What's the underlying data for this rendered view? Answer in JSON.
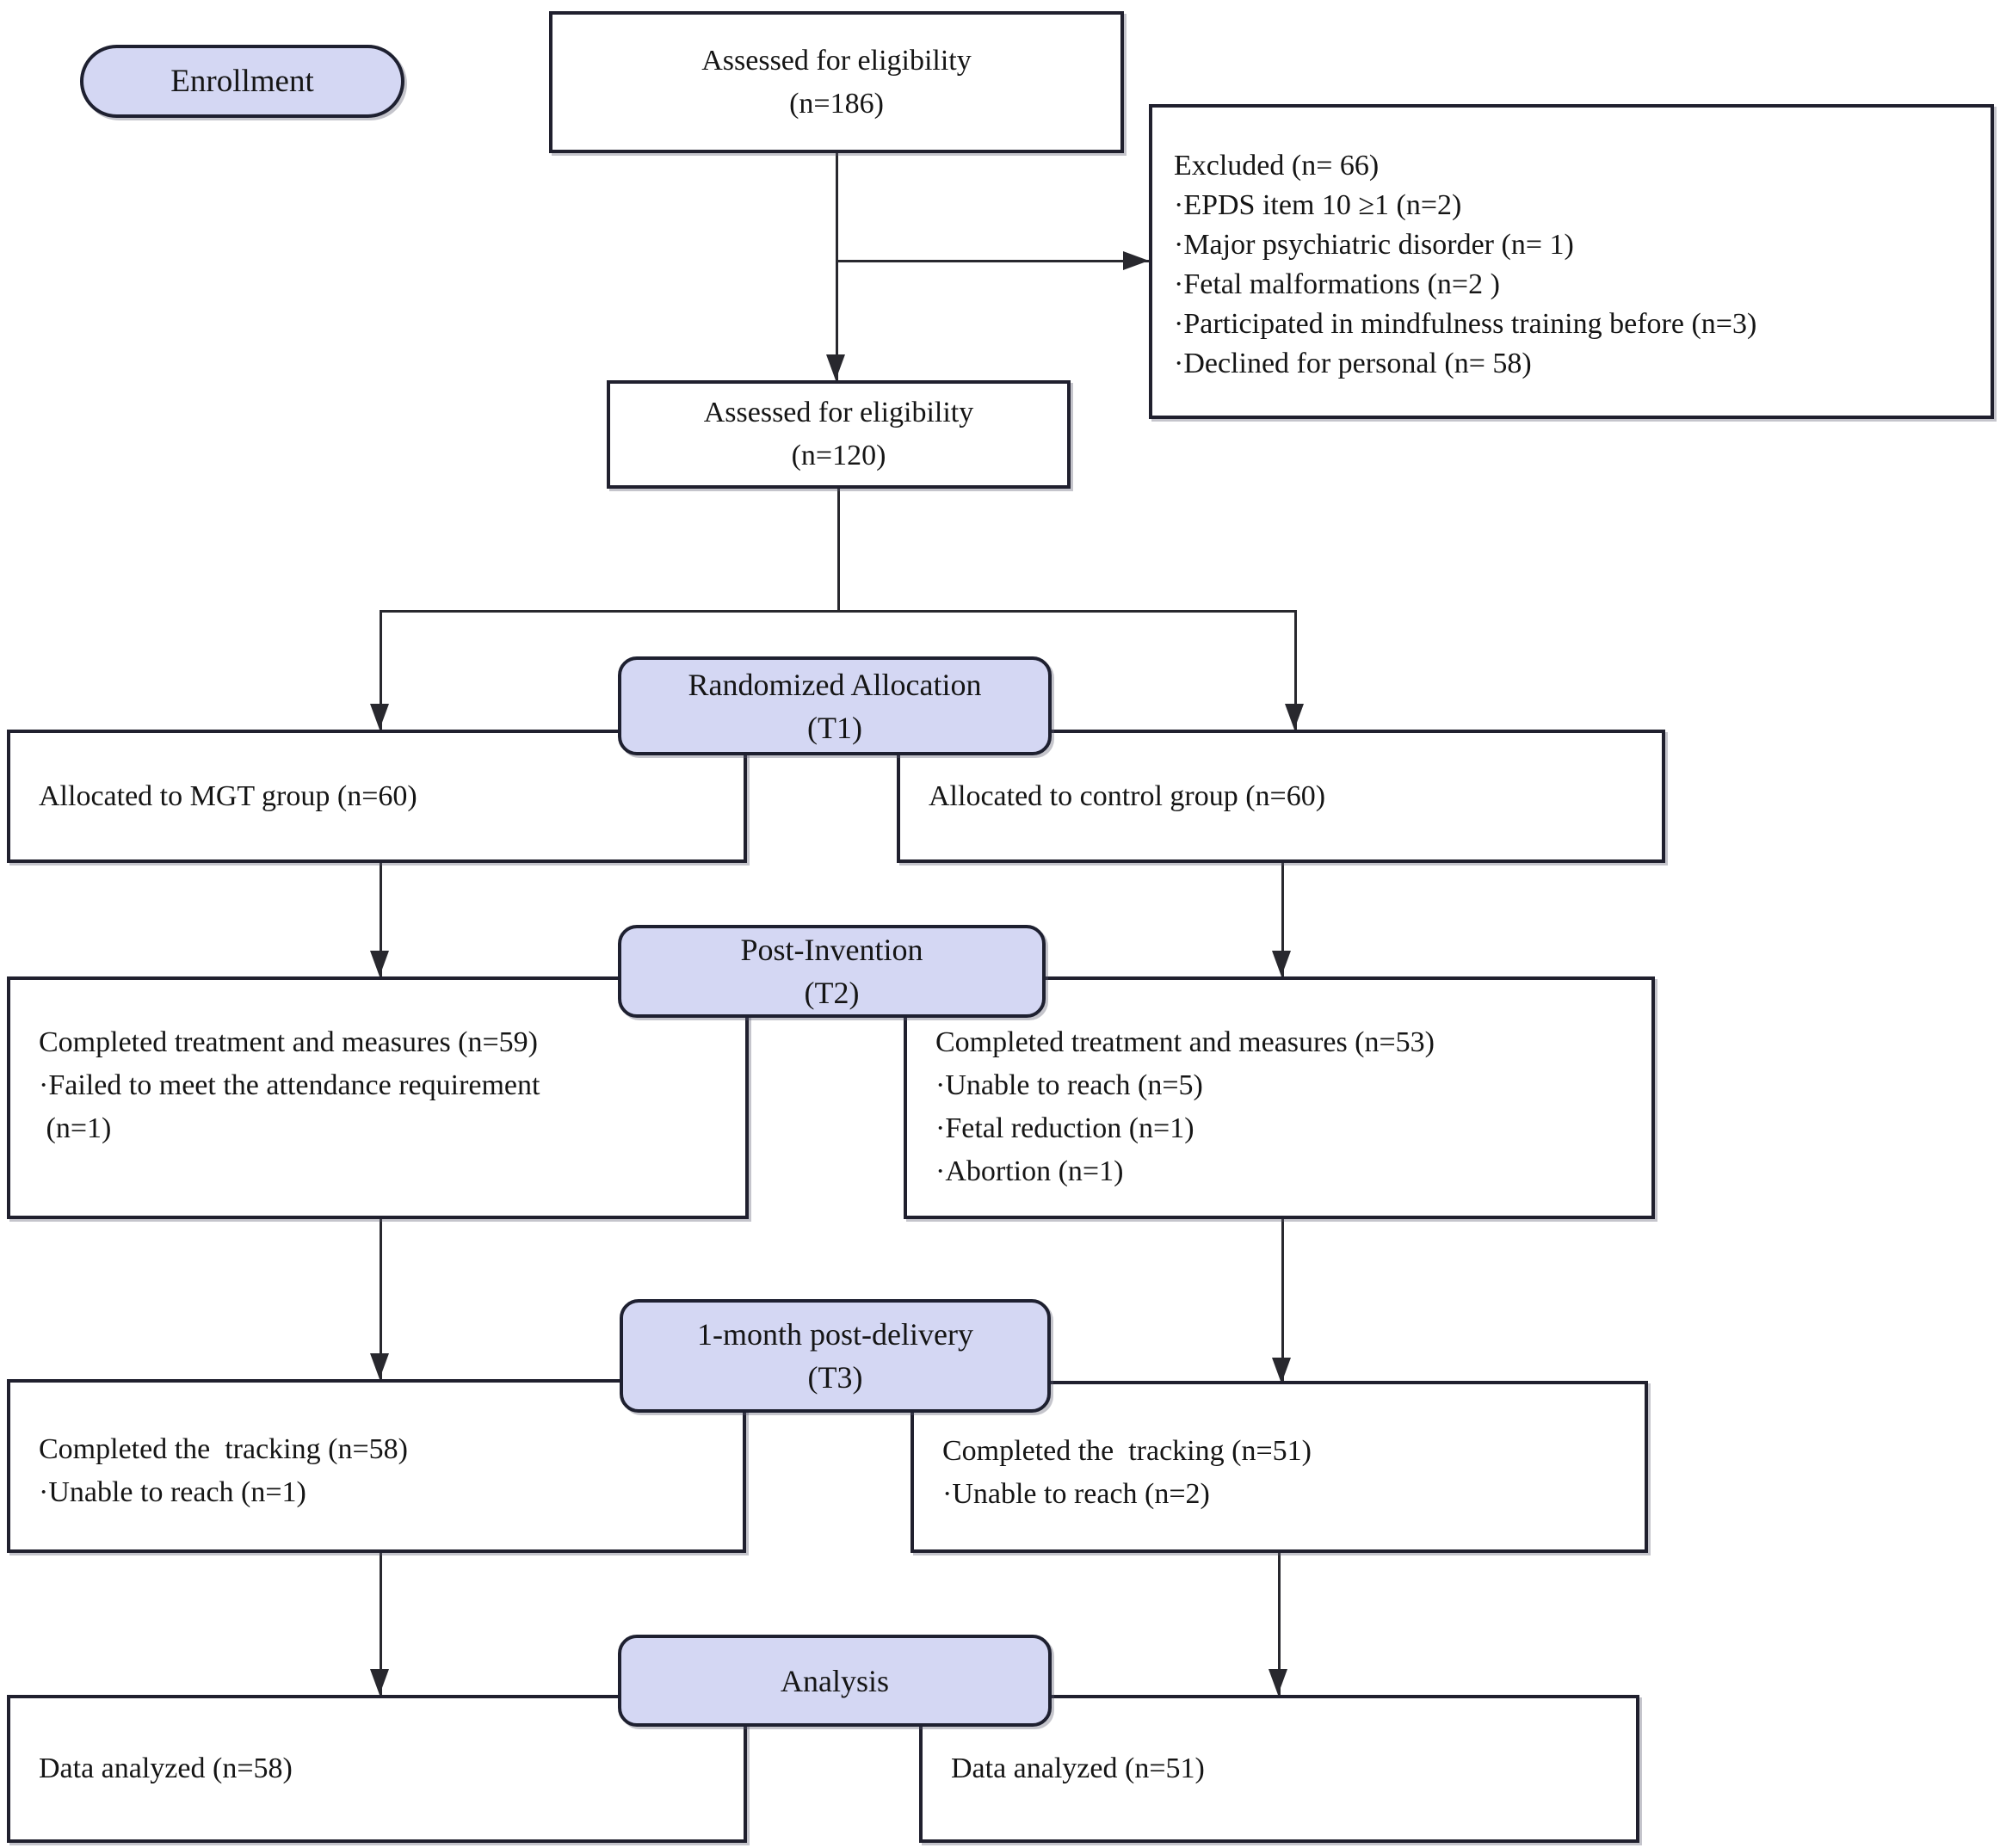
{
  "colors": {
    "pill_fill": "#d4d7f3",
    "pill_border": "#1e2030",
    "box_border": "#20202e",
    "connector": "#28282e",
    "text": "#151515"
  },
  "stages": {
    "enrollment": "Enrollment",
    "t1": {
      "line1": "Randomized Allocation",
      "line2": "(T1)"
    },
    "t2": {
      "line1": "Post-Invention",
      "line2": "(T2)"
    },
    "t3": {
      "line1": "1-month post-delivery",
      "line2": "(T3)"
    },
    "analysis": {
      "line1": "Analysis"
    }
  },
  "boxes": {
    "assessed_186": {
      "line1": "Assessed for eligibility",
      "line2": "(n=186)"
    },
    "excluded": {
      "title": "Excluded (n= 66)",
      "items": [
        "·EPDS item 10 ≥1 (n=2)",
        "·Major psychiatric disorder (n= 1)",
        "·Fetal malformations (n=2 )",
        "·Participated in mindfulness training before (n=3)",
        "·Declined for personal (n= 58)"
      ]
    },
    "assessed_120": {
      "line1": "Assessed for eligibility",
      "line2": "(n=120)"
    },
    "allocated_mgt": {
      "line1": "Allocated to MGT group (n=60)"
    },
    "allocated_control": {
      "line1": "Allocated to control group (n=60)"
    },
    "post_mgt": {
      "line1": "Completed treatment and measures (n=59)",
      "line2": "·Failed to meet the attendance requirement",
      "line3": " (n=1)"
    },
    "post_control": {
      "line1": "Completed treatment and measures (n=53)",
      "line2": "·Unable to reach (n=5)",
      "line3": "·Fetal reduction (n=1)",
      "line4": "·Abortion (n=1)"
    },
    "track_mgt": {
      "line1": "Completed the  tracking (n=58)",
      "line2": "·Unable to reach (n=1)"
    },
    "track_control": {
      "line1": "Completed the  tracking (n=51)",
      "line2": "·Unable to reach (n=2)"
    },
    "analyzed_mgt": {
      "line1": "Data analyzed (n=58)"
    },
    "analyzed_control": {
      "line1": "Data analyzed (n=51)"
    }
  }
}
